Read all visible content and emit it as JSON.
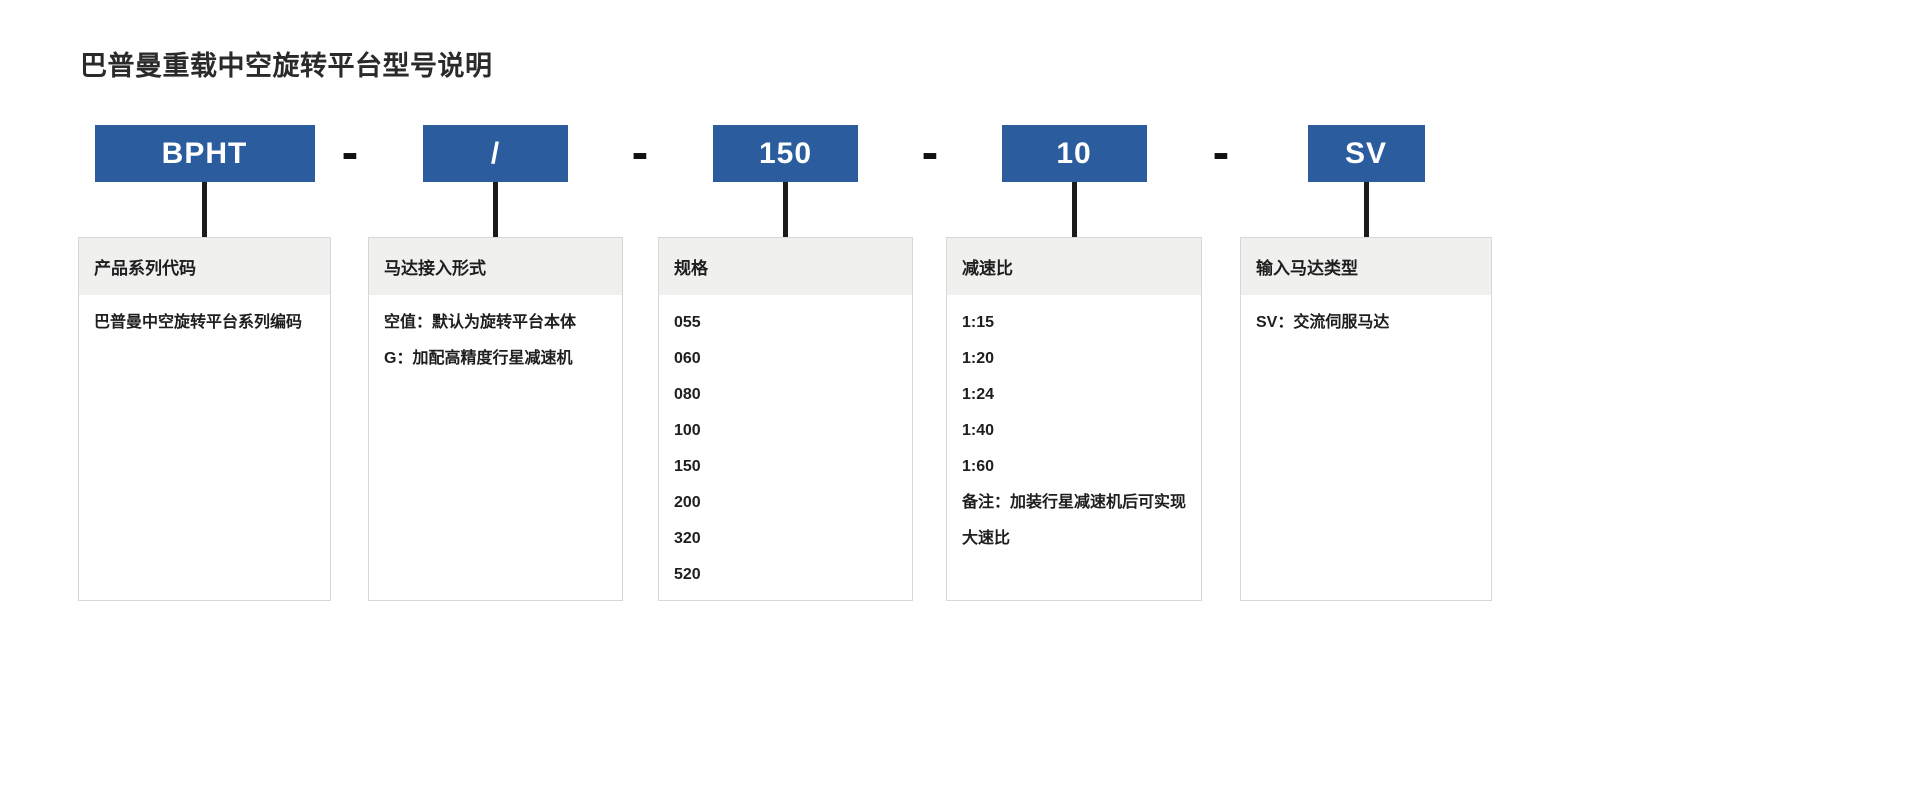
{
  "page": {
    "title": "巴普曼重载中空旋转平台型号说明"
  },
  "separator": "-",
  "segments": [
    {
      "code": "BPHT",
      "label": "产品系列代码",
      "items": [
        "巴普曼中空旋转平台系列编码"
      ]
    },
    {
      "code": "/",
      "label": "马达接入形式",
      "items": [
        "空值：默认为旋转平台本体",
        "G：加配高精度行星减速机"
      ]
    },
    {
      "code": "150",
      "label": "规格",
      "items": [
        "055",
        "060",
        "080",
        "100",
        "150",
        "200",
        "320",
        "520"
      ]
    },
    {
      "code": "10",
      "label": "减速比",
      "items": [
        "1:15",
        "1:20",
        "1:24",
        "1:40",
        "1:60",
        "备注：加装行星减速机后可实现",
        "大速比"
      ]
    },
    {
      "code": "SV",
      "label": "输入马达类型",
      "items": [
        "SV：交流伺服马达"
      ]
    }
  ],
  "colors": {
    "accent_blue": "#2a5c9e",
    "card_header_gray": "#f0f0ef",
    "connector_black": "#1b1b1b",
    "text": "#1e1e1e"
  }
}
